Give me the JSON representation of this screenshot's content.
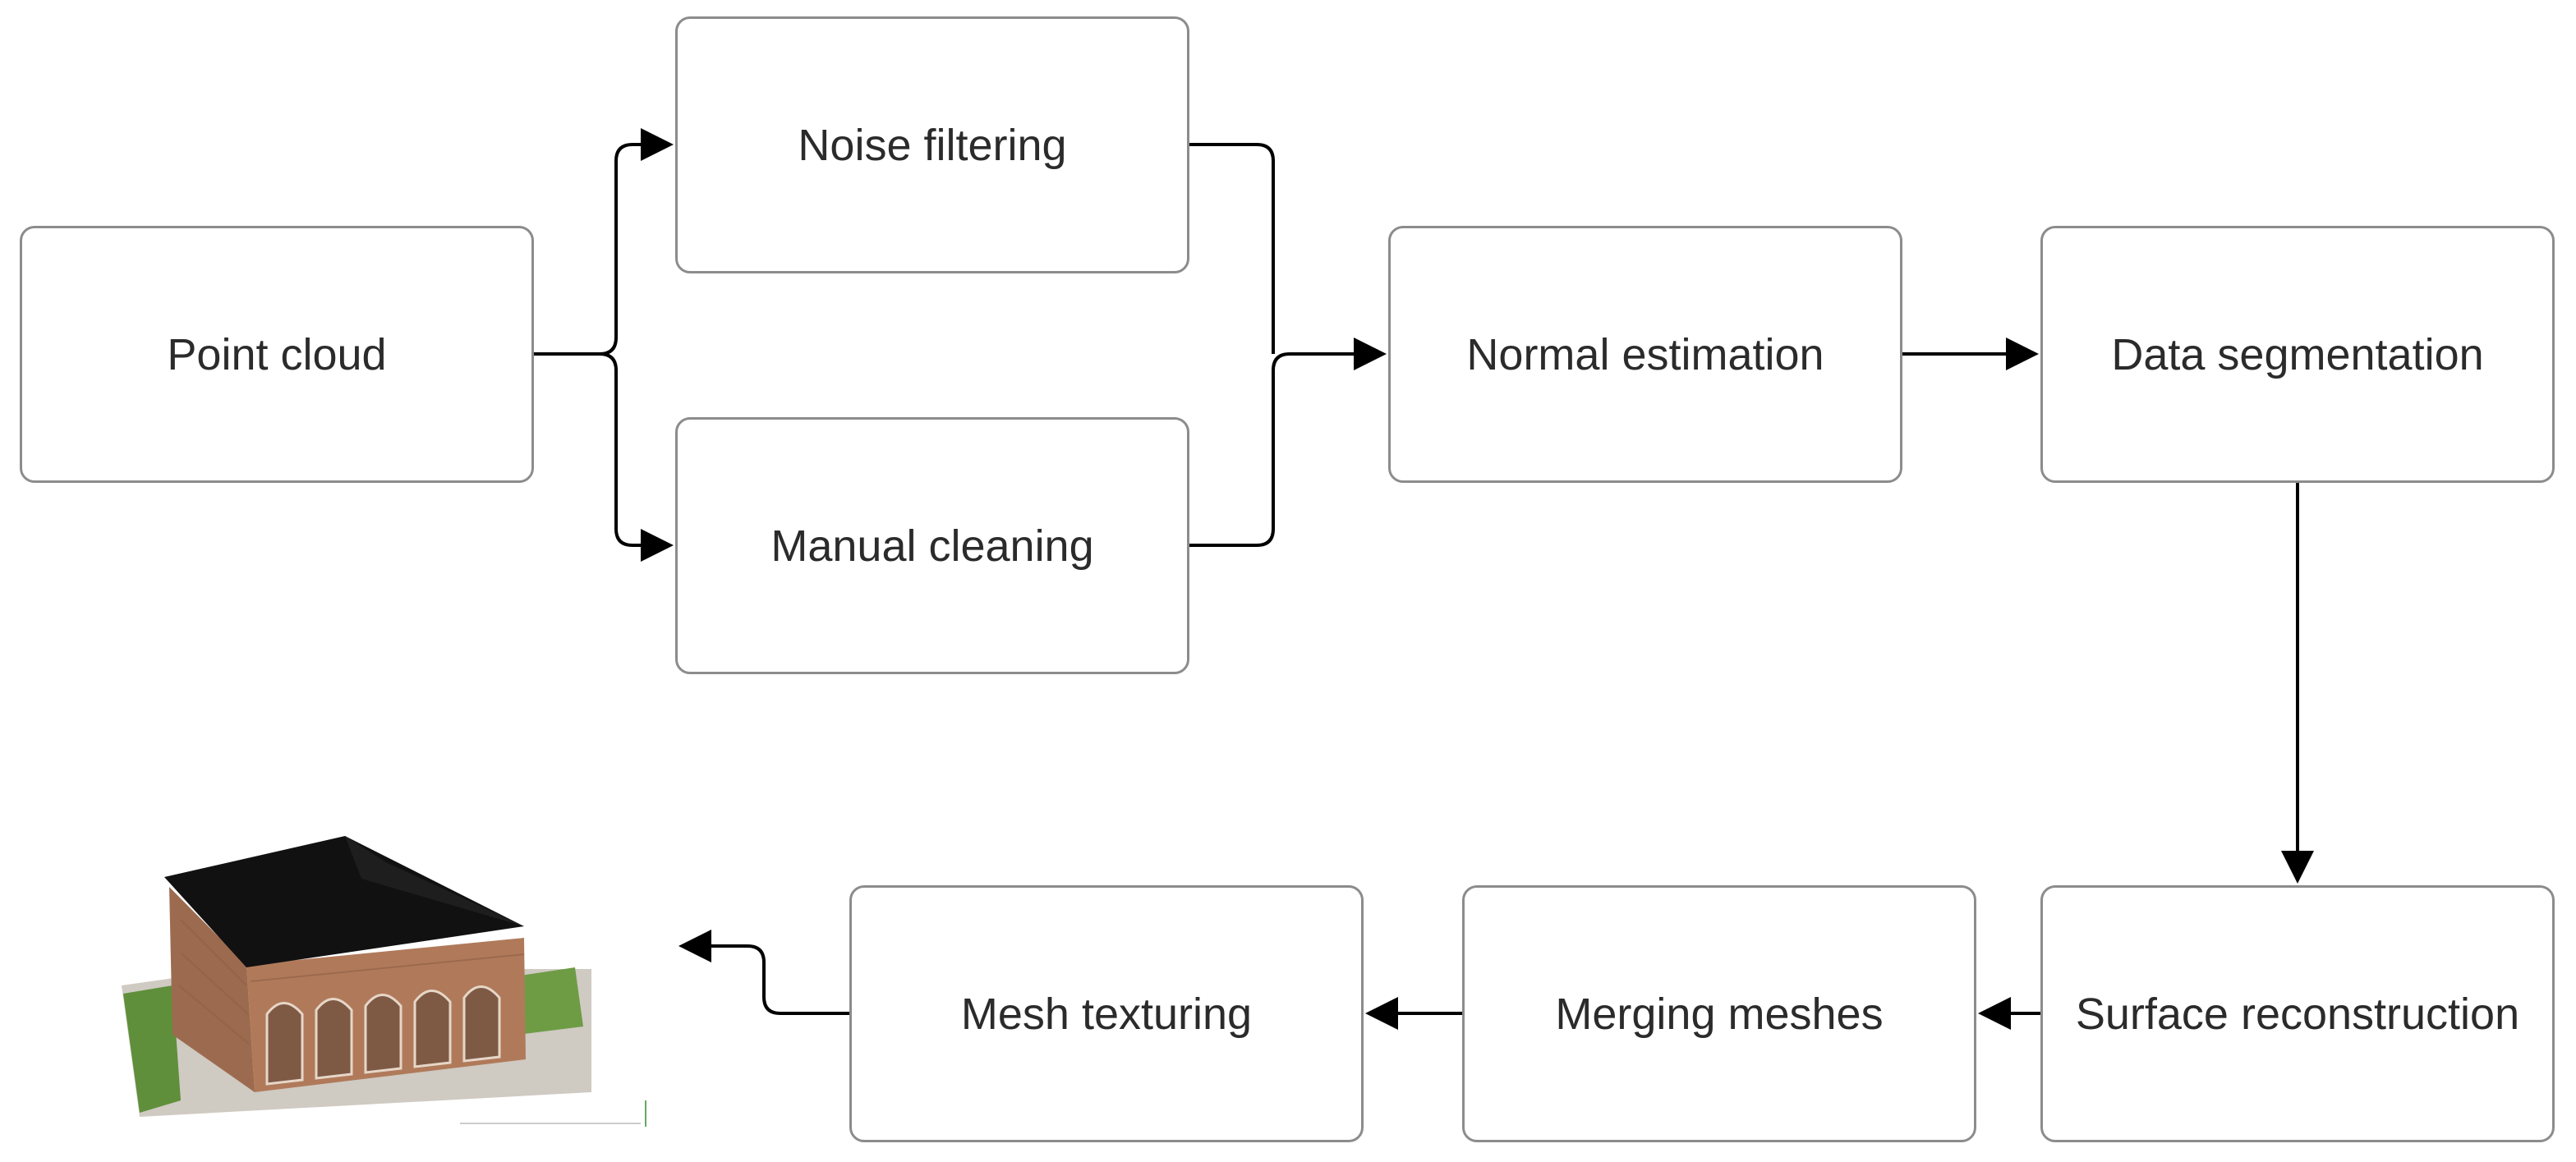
{
  "nodes": {
    "point_cloud": "Point cloud",
    "noise_filtering": "Noise filtering",
    "manual_cleaning": "Manual cleaning",
    "normal_estimation": "Normal estimation",
    "data_segmentation": "Data segmentation",
    "surface_reconstruction": "Surface reconstruction",
    "merging_meshes": "Merging meshes",
    "mesh_texturing": "Mesh texturing"
  },
  "edges": [
    {
      "from": "Point cloud",
      "to": "Noise filtering"
    },
    {
      "from": "Point cloud",
      "to": "Manual cleaning"
    },
    {
      "from": "Noise filtering",
      "to": "Normal estimation"
    },
    {
      "from": "Manual cleaning",
      "to": "Normal estimation"
    },
    {
      "from": "Normal estimation",
      "to": "Data segmentation"
    },
    {
      "from": "Data segmentation",
      "to": "Surface reconstruction"
    },
    {
      "from": "Surface reconstruction",
      "to": "Merging meshes"
    },
    {
      "from": "Merging meshes",
      "to": "Mesh texturing"
    },
    {
      "from": "Mesh texturing",
      "to": "textured-building-model"
    }
  ],
  "colors": {
    "box_border": "#8c8c8c",
    "text": "#2b2b2b",
    "arrow": "#000000",
    "roof": "#111111",
    "brick": "#b07a5a",
    "grass": "#5f8f3a",
    "ground": "#cfcac2"
  },
  "result_image": "textured-building-model"
}
